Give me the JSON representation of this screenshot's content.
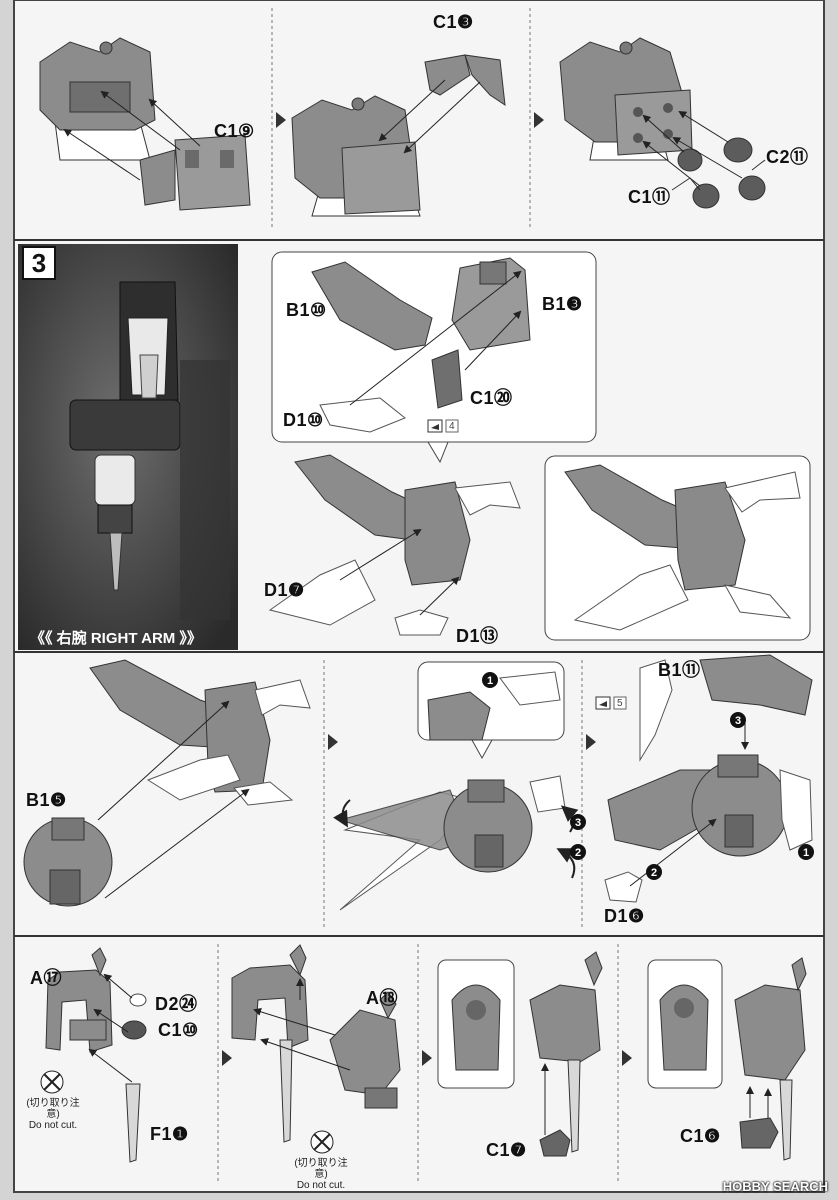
{
  "step_number": "3",
  "arm_caption": "《《 右腕 RIGHT ARM 》》",
  "warning_jp": "(切り取り注意)",
  "warning_en": "Do not cut.",
  "ref_page_4": "4",
  "ref_page_5": "5",
  "watermark": "HOBBY SEARCH",
  "part_labels": {
    "c19": "C1⑨",
    "c13": "C1❸",
    "c211": "C2⑪",
    "c111": "C1⑪",
    "b110": "B1⑩",
    "b13": "B1❸",
    "c120": "C1⑳",
    "d110": "D1⑩",
    "d17": "D1❼",
    "d113": "D1⑬",
    "b15": "B1❺",
    "b111": "B1⑪",
    "d16": "D1❻",
    "a17": "A⑰",
    "d224": "D2㉔",
    "c110": "C1⑩",
    "f11": "F1❶",
    "a18": "A⑱",
    "c17": "C1❼",
    "c16": "C1❻"
  },
  "order_marks": [
    "1",
    "3",
    "2",
    "3",
    "1",
    "2"
  ],
  "colors": {
    "paper": "#f4f4f4",
    "part_gray": "#8c8c8c",
    "part_light": "#c8c8c8",
    "photo_bg": "#3a3a3a"
  }
}
